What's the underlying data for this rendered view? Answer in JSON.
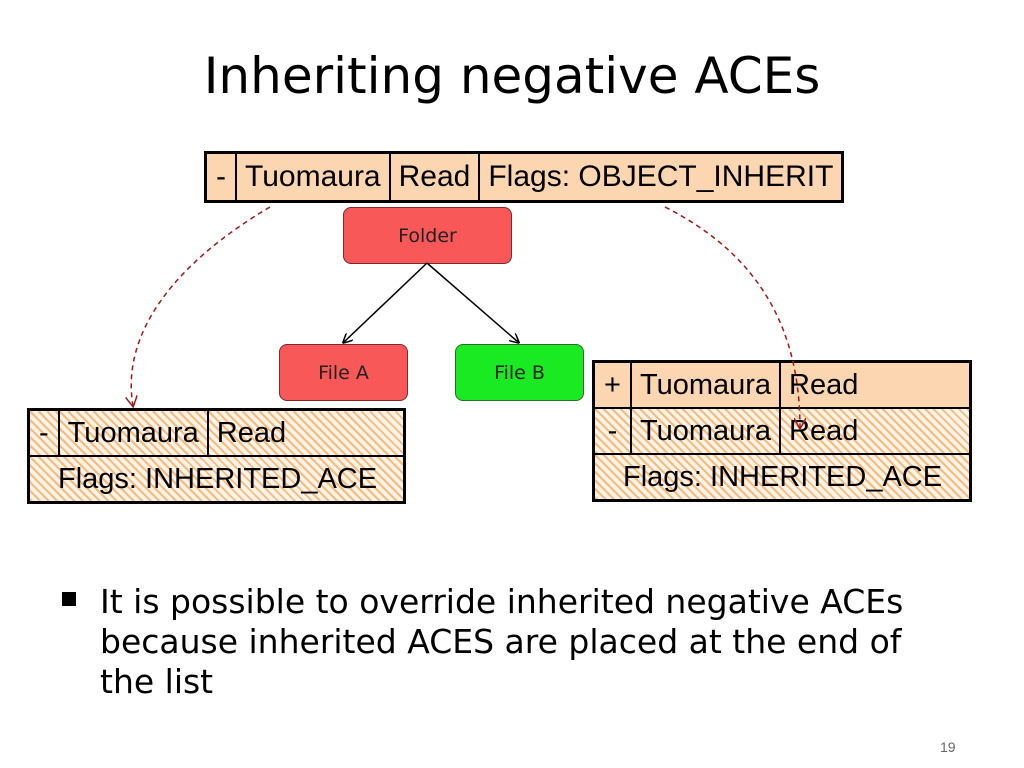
{
  "title": "Inheriting negative ACEs",
  "folder_ace": {
    "sign": "-",
    "user": "Tuomaura",
    "right": "Read",
    "flags": "Flags: OBJECT_INHERIT"
  },
  "nodes": {
    "folder": "Folder",
    "file_a": "File A",
    "file_b": "File B"
  },
  "file_a_ace": {
    "sign": "-",
    "user": "Tuomaura",
    "right": "Read",
    "flags": "Flags: INHERITED_ACE"
  },
  "file_b_ace": {
    "explicit": {
      "sign": "+",
      "user": "Tuomaura",
      "right": "Read"
    },
    "inherited": {
      "sign": "-",
      "user": "Tuomaura",
      "right": "Read",
      "flags": "Flags: INHERITED_ACE"
    }
  },
  "colors": {
    "ace_fill": "#fbd6b0",
    "inherited_hatch": "#f2bd85",
    "node_red": "#f85858",
    "node_green": "#19ea21",
    "inherit_arrow": "#9b1c1c"
  },
  "bullet": {
    "text": "It is possible to override inherited negative ACEs because inherited ACES are placed at the end of the list"
  },
  "page_number": "19"
}
